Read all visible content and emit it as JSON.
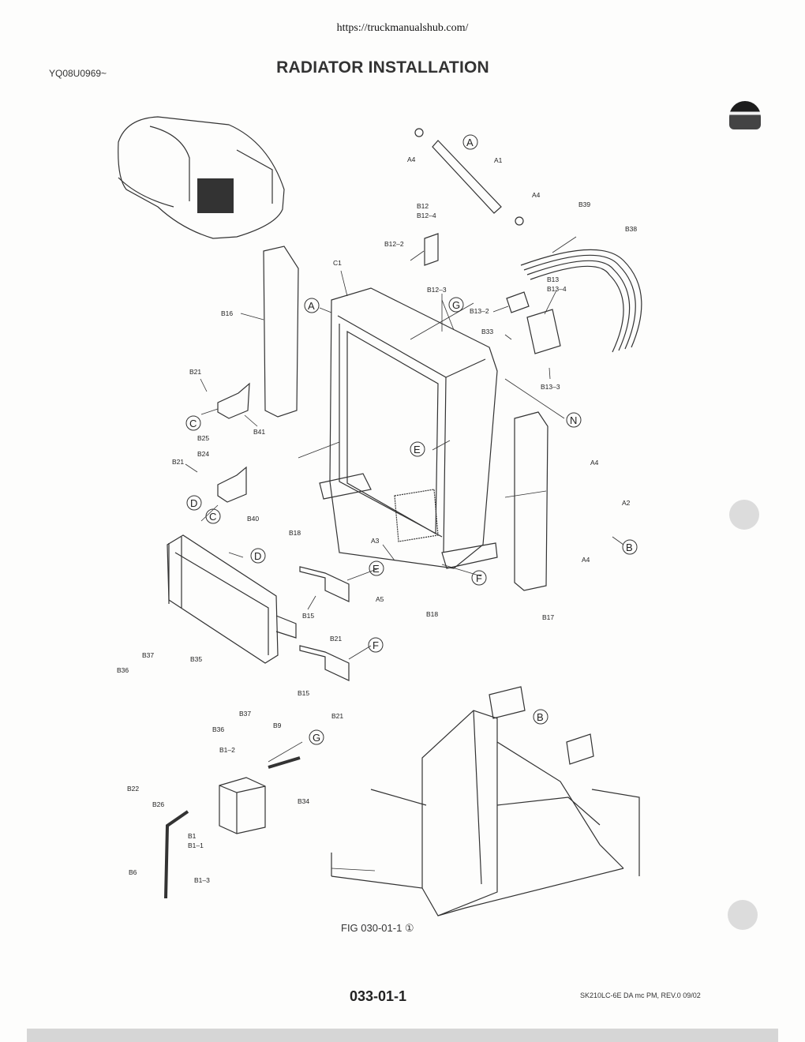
{
  "header": {
    "url": "https://truckmanualshub.com/",
    "doc_code": "YQ08U0969~",
    "title": "RADIATOR INSTALLATION"
  },
  "figure": {
    "caption": "FIG 030-01-1 ①",
    "callouts": [
      "A",
      "B",
      "C",
      "D",
      "E",
      "F",
      "G",
      "N"
    ],
    "part_labels": [
      "A1",
      "A2",
      "A3",
      "A4",
      "A5",
      "B1",
      "B1-1",
      "B1-2",
      "B1-3",
      "B6",
      "B9",
      "B12",
      "B12-2",
      "B12-3",
      "B12-4",
      "B13",
      "B13-2",
      "B13-3",
      "B13-4",
      "B15",
      "B16",
      "B17",
      "B18",
      "B21",
      "B22",
      "B24",
      "B25",
      "B26",
      "B33",
      "B34",
      "B35",
      "B36",
      "B37",
      "B38",
      "B39",
      "B40",
      "B41",
      "C1"
    ]
  },
  "footer": {
    "page_number": "033-01-1",
    "revision": "SK210LC-6E DA mc PM, REV.0 09/02"
  }
}
